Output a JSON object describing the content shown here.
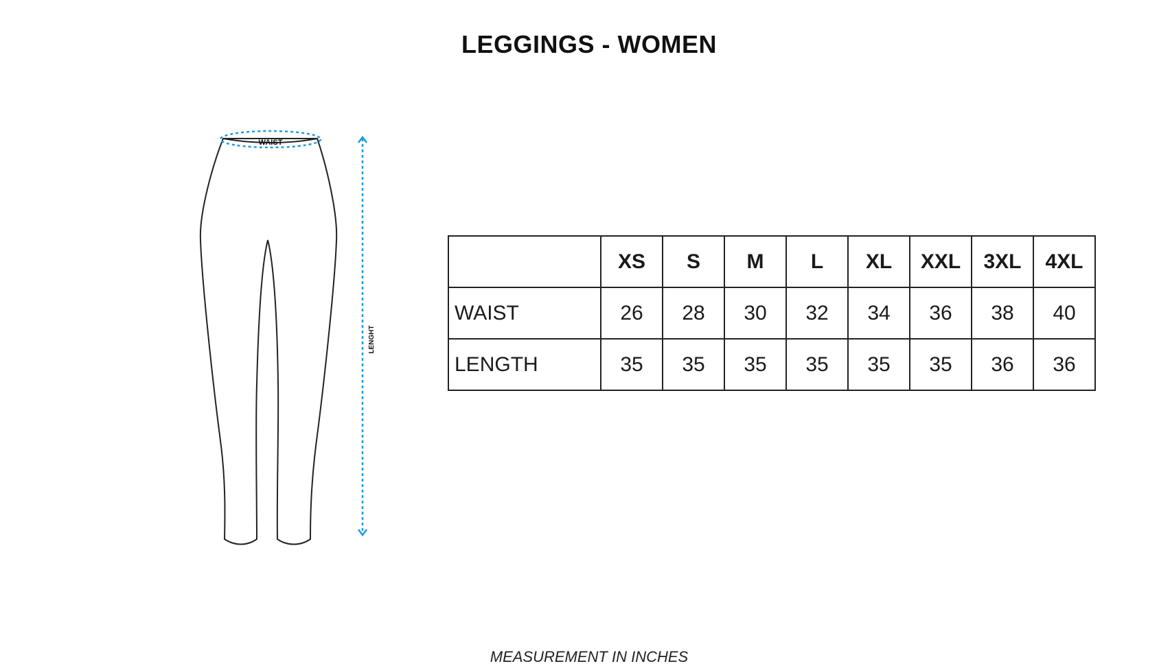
{
  "title": "LEGGINGS - WOMEN",
  "diagram": {
    "waist_label": "WAIST",
    "length_label": "LENGHT",
    "measure_color": "#1e9bd7"
  },
  "table": {
    "sizes": [
      "XS",
      "S",
      "M",
      "L",
      "XL",
      "XXL",
      "3XL",
      "4XL"
    ],
    "rows": [
      {
        "label": "WAIST",
        "values": [
          "26",
          "28",
          "30",
          "32",
          "34",
          "36",
          "38",
          "40"
        ]
      },
      {
        "label": "LENGTH",
        "values": [
          "35",
          "35",
          "35",
          "35",
          "35",
          "35",
          "36",
          "36"
        ]
      }
    ]
  },
  "footer": "MEASUREMENT IN INCHES"
}
